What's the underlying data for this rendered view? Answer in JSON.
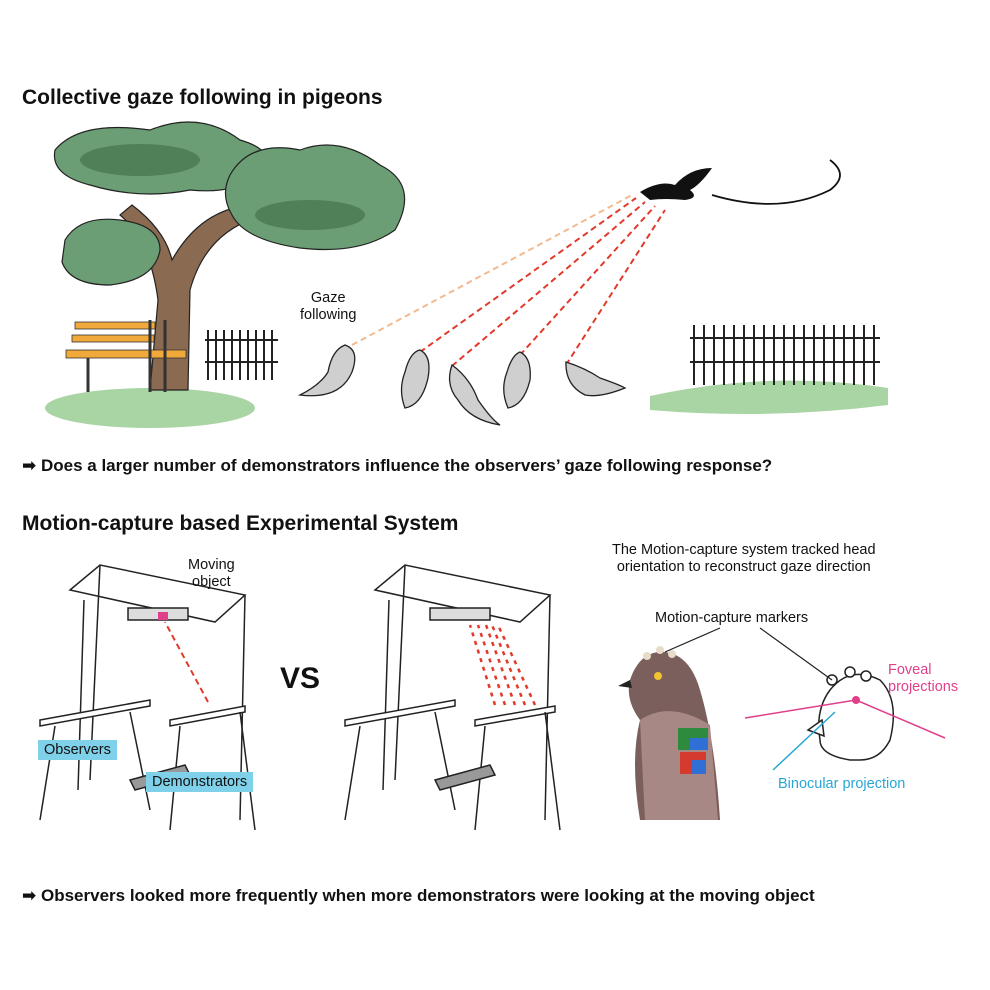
{
  "top": {
    "title": "Collective gaze following in pigeons",
    "gaze_label": "Gaze\nfollowing",
    "question": "Does a larger number of demonstrators influence the observers’ gaze following response?"
  },
  "bottom": {
    "title": "Motion-capture based Experimental System",
    "moving_object": "Moving\nobject",
    "observers": "Observers",
    "demonstrators": "Demonstrators",
    "vs": "VS",
    "mocap_caption": "The Motion-capture system tracked head\norientation to reconstruct gaze direction",
    "markers": "Motion-capture markers",
    "foveal": "Foveal\nprojections",
    "binocular": "Binocular projection",
    "conclusion": "Observers looked more frequently when more demonstrators were looking at the moving object"
  },
  "colors": {
    "tree": "#6b9e74",
    "trunk": "#8a6a50",
    "grass": "#a9d4a4",
    "bench": "#f0a93a",
    "gaze_red": "#e23a2a",
    "gaze_light": "#f3b98e",
    "tag_blue": "#7fd1ea",
    "foveal": "#e0408a",
    "binocular": "#29a6d6"
  },
  "icons": [
    "arrow-right-icon",
    "hawk-icon",
    "pigeon-icon",
    "tree-icon",
    "bench-icon",
    "fence-icon"
  ]
}
